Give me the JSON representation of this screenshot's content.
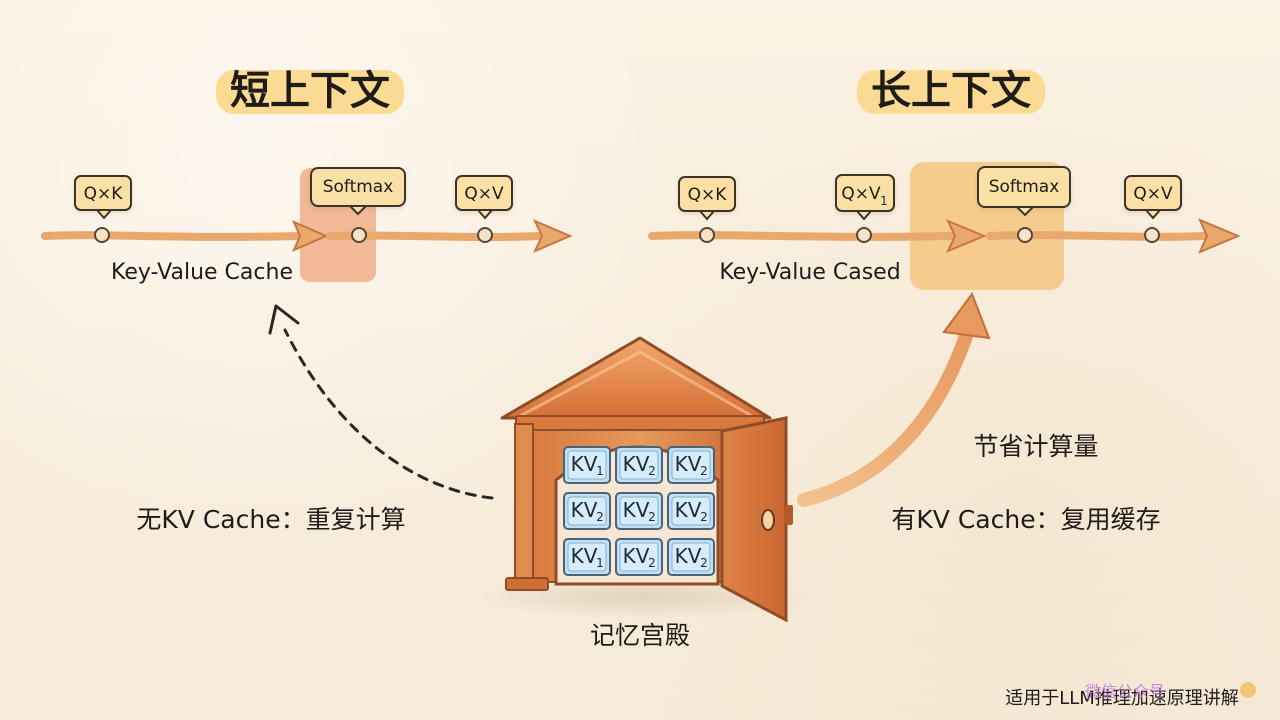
{
  "left": {
    "title": "短上下文",
    "tags": {
      "qk": "Q×K",
      "softmax": "Softmax",
      "qv": "Q×V"
    },
    "cache_label": "Key-Value Cache",
    "side_label": "无KV Cache：重复计算"
  },
  "right": {
    "title": "长上下文",
    "tags": {
      "qk": "Q×K",
      "qv1": "Q×V",
      "qv1_sub": "1",
      "softmax": "Softmax",
      "qv": "Q×V"
    },
    "cache_label": "Key-Value Cased",
    "benefit_label": "节省计算量",
    "side_label": "有KV Cache：复用缓存"
  },
  "house": {
    "label": "记忆宫殿",
    "kv_cells": [
      {
        "text": "KV",
        "sub": "1"
      },
      {
        "text": "KV",
        "sub": "2"
      },
      {
        "text": "KV",
        "sub": "2"
      },
      {
        "text": "KV",
        "sub": "2"
      },
      {
        "text": "KV",
        "sub": "2"
      },
      {
        "text": "KV",
        "sub": "2"
      },
      {
        "text": "KV",
        "sub": "1"
      },
      {
        "text": "KV",
        "sub": "2"
      },
      {
        "text": "KV",
        "sub": "2"
      }
    ]
  },
  "footer": {
    "note": "适用于LLM推理加速原理讲解",
    "watermark": "微信公众号"
  },
  "colors": {
    "background": "#f8eedd",
    "arrow": "#e9a86c",
    "arrow_stroke": "#c9743f",
    "tag_fill": "#fbe0a6",
    "tag_stroke": "#3b322b",
    "softmax_highlight_left": "#efb28c",
    "softmax_highlight_right": "#f6c57f",
    "house_body": "#d87a3f",
    "house_roof": "#d9793d",
    "kv_tile": "#bfe0f6",
    "kv_stroke": "#4b6377"
  }
}
